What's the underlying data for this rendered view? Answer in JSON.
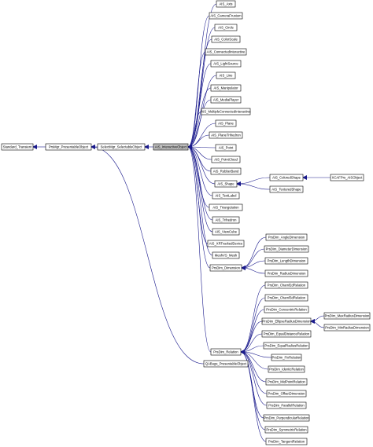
{
  "nodes": {
    "standard_transient": "Standard_Transient",
    "prsmgr_presentableobject": "PrsMgr_PresentableObject",
    "selectmgr_selectableobject": "SelectMgr_SelectableObject",
    "ais_interactiveobject": "AIS_InteractiveObject",
    "ais_axis": "AIS_Axis",
    "ais_cameracfrustum": "AIS_CameraFrustum",
    "ais_circle": "AIS_Circle",
    "ais_colorscale": "AIS_ColorScale",
    "ais_connectedinteractive": "AIS_ConnectedInteractive",
    "ais_lightsource": "AIS_LightSource",
    "ais_line": "AIS_Line",
    "ais_manipulator": "AIS_Manipulator",
    "ais_mediaplayer": "AIS_MediaPlayer",
    "ais_multipleconnectedinteractive": "AIS_MultipleConnectedInteractive",
    "ais_plane": "AIS_Plane",
    "ais_planetrihedron": "AIS_PlaneTrihedron",
    "ais_point": "AIS_Point",
    "ais_pointcloud": "AIS_PointCloud",
    "ais_rubberband": "AIS_RubberBand",
    "ais_shape": "AIS_Shape",
    "ais_coloredshape": "AIS_ColoredShape",
    "xcafprs_aisobject": "XCAFPrs_AISObject",
    "ais_texturedshape": "AIS_TexturedShape",
    "ais_textlabel": "AIS_TextLabel",
    "ais_triangulation": "AIS_Triangulation",
    "ais_trihedron": "AIS_Trihedron",
    "ais_viewcube": "AIS_ViewCube",
    "ais_xrtrackeddevice": "AIS_XRTrackedDevice",
    "meshvs_mesh": "MeshVS_Mesh",
    "prsdim_dimension": "PrsDim_Dimension",
    "prsdim_angledimension": "PrsDim_AngleDimension",
    "prsdim_diameterdimension": "PrsDim_DiameterDimension",
    "prsdim_lengthdimension": "PrsDim_LengthDimension",
    "prsdim_radiusdimension": "PrsDim_RadiusDimension",
    "prsdim_relation": "PrsDim_Relation",
    "prsdim_chamf2drelation": "PrsDim_Chamf2dRelation",
    "prsdim_chamf3drelation": "PrsDim_Chamf3dRelation",
    "prsdim_concentricrelation": "PrsDim_ConcentricRelation",
    "prsdim_ellipseradiusdimension": "PrsDim_EllipseRadiusDimension",
    "prsdim_maxradiusdimension": "PrsDim_MaxRadiusDimension",
    "prsdim_minradiusdimension": "PrsDim_MinRadiusDimension",
    "prsdim_equaldistancerelation": "PrsDim_EqualDistanceRelation",
    "prsdim_equalradiusrelation": "PrsDim_EqualRadiusRelation",
    "prsdim_fixrelation": "PrsDim_FixRelation",
    "prsdim_identicrelation": "PrsDim_IdenticRelation",
    "prsdim_midpointrelation": "PrsDim_MidPointRelation",
    "prsdim_offsetdimension": "PrsDim_OffsetDimension",
    "prsdim_parallelrelation": "PrsDim_ParallelRelation",
    "prsdim_perpendicularrelation": "PrsDim_PerpendicularRelation",
    "prsdim_symmetricrelation": "PrsDim_SymmetricRelation",
    "prsdim_tangentrelation": "PrsDim_TangentRelation",
    "qabugs_presentableobject": "QABugs_PresentableObject"
  },
  "colors": {
    "edge": "#1a1a8c",
    "node_border": "#000000",
    "highlight_fill": "#bfbfbf"
  }
}
